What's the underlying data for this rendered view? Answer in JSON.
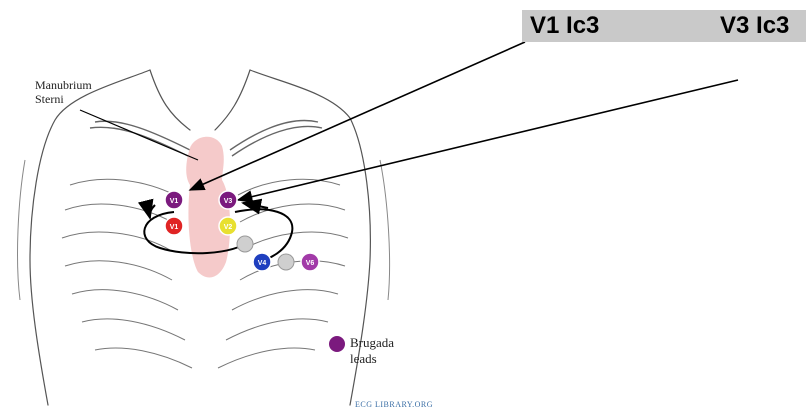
{
  "header": {
    "left_label": "V1 Ic3",
    "right_label": "V3 Ic3",
    "bar_color": "#c9c9c9"
  },
  "diagram": {
    "landmark_label": "Manubrium Sterni",
    "landmark_lines": [
      "Manubrium",
      "Sterni"
    ],
    "electrodes": [
      {
        "label": "V1",
        "color": "#7b1a7e"
      },
      {
        "label": "V3",
        "color": "#7b1a7e"
      },
      {
        "label": "V1",
        "color": "#e02424"
      },
      {
        "label": "V2",
        "color": "#e8e030"
      },
      {
        "label": "V4",
        "color": "#1f3fbf"
      },
      {
        "label": "V6",
        "color": "#a23aa8"
      }
    ],
    "sternum_color": "#f4c4c4"
  },
  "legend": {
    "line1": "Brugada",
    "line2": "leads",
    "dot_color": "#7b1a7e"
  },
  "watermark": "ECG LIBRARY.ORG"
}
